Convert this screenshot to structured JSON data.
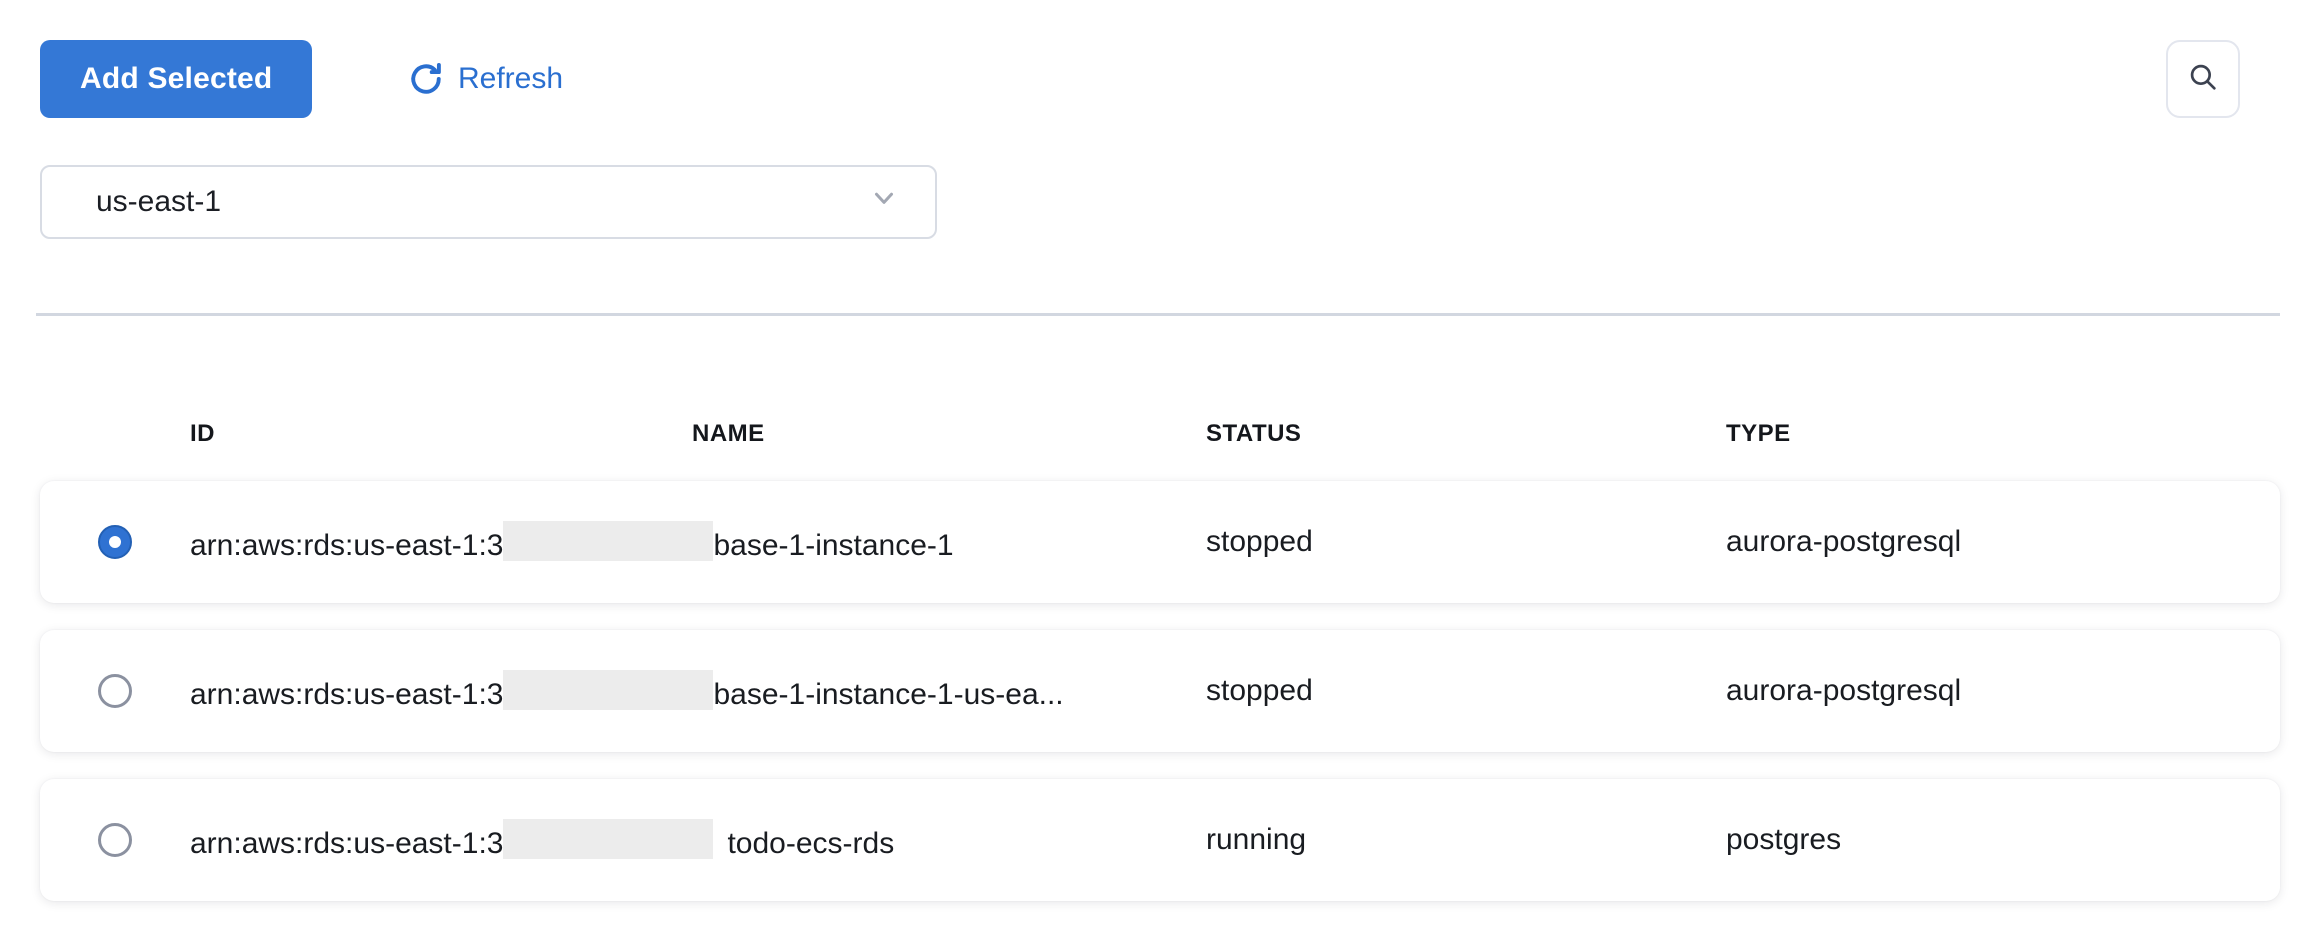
{
  "toolbar": {
    "add_selected_label": "Add Selected",
    "refresh_label": "Refresh"
  },
  "region_select": {
    "value": "us-east-1"
  },
  "table": {
    "columns": [
      "ID",
      "NAME",
      "STATUS",
      "TYPE"
    ],
    "rows": [
      {
        "selected": true,
        "id_prefix": "arn:aws:rds:us-east-1:3",
        "id_redacted": true,
        "id_suffix": "base-1-instance-1",
        "status": "stopped",
        "type": "aurora-postgresql"
      },
      {
        "selected": false,
        "id_prefix": "arn:aws:rds:us-east-1:3",
        "id_redacted": true,
        "id_suffix": "base-1-instance-1-us-ea...",
        "status": "stopped",
        "type": "aurora-postgresql"
      },
      {
        "selected": false,
        "id_prefix": "arn:aws:rds:us-east-1:3",
        "id_redacted": true,
        "id_suffix": "todo-ecs-rds",
        "status": "running",
        "type": "postgres"
      }
    ]
  },
  "colors": {
    "primary_button": "#3478d6",
    "link_blue": "#2a6fd0",
    "radio_selected": "#2f72d2",
    "redaction_box": "#ececec"
  }
}
